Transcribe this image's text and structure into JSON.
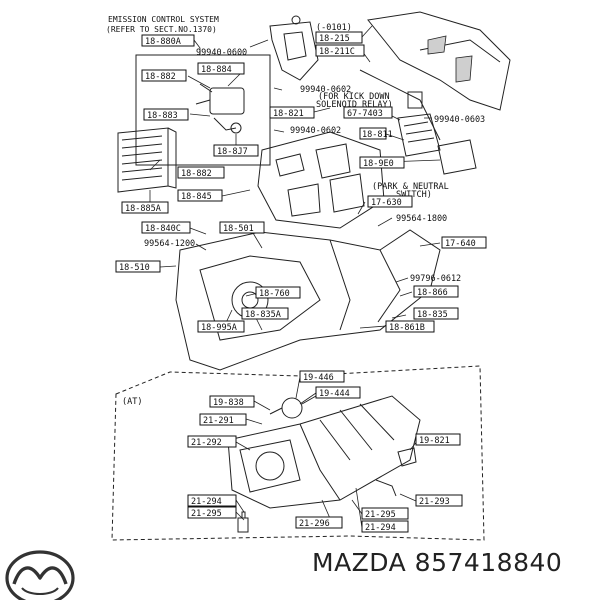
{
  "header": {
    "line1": "EMISSION CONTROL SYSTEM",
    "line2": "(REFER TO SECT.NO.1370)"
  },
  "notes": {
    "model_range": "(-0101)",
    "kickdown_1": "(FOR KICK DOWN",
    "kickdown_2": "SOLENOID RELAY)",
    "park_1": "(PARK & NEUTRAL",
    "park_2": "SWITCH)",
    "at": "(AT)"
  },
  "labels": {
    "l_18880A": "18-880A",
    "l_99940_0600": "99940-0600",
    "l_18215": "18-215",
    "l_18211C": "18-211C",
    "l_18882": "18-882",
    "l_18884": "18-884",
    "l_99940_0602a": "99940-0602",
    "l_18821": "18-821",
    "l_677403": "67-7403",
    "l_18883": "18-883",
    "l_99940_0602b": "99940-0602",
    "l_18811": "18-811",
    "l_99940_0603": "99940-0603",
    "l_188J7": "18-8J7",
    "l_189E0": "18-9E0",
    "l_18882b": "18-882",
    "l_18845": "18-845",
    "l_17630": "17-630",
    "l_18885A": "18-885A",
    "l_99564_1800": "99564-1800",
    "l_18840C": "18-840C",
    "l_18501": "18-501",
    "l_17640": "17-640",
    "l_99564_1200": "99564-1200",
    "l_18510": "18-510",
    "l_99796_0612": "99796-0612",
    "l_18760": "18-760",
    "l_18866": "18-866",
    "l_18835A": "18-835A",
    "l_18835": "18-835",
    "l_18995A": "18-995A",
    "l_18861B": "18-861B",
    "l_19446": "19-446",
    "l_19838": "19-838",
    "l_19444": "19-444",
    "l_21291": "21-291",
    "l_19821": "19-821",
    "l_21292": "21-292",
    "l_21294a": "21-294",
    "l_21293": "21-293",
    "l_21295a": "21-295",
    "l_21295b": "21-295",
    "l_21296": "21-296",
    "l_21294b": "21-294"
  },
  "brand": {
    "logo_icon": "mazda-logo-icon",
    "text": "MAZDA 857418840"
  }
}
